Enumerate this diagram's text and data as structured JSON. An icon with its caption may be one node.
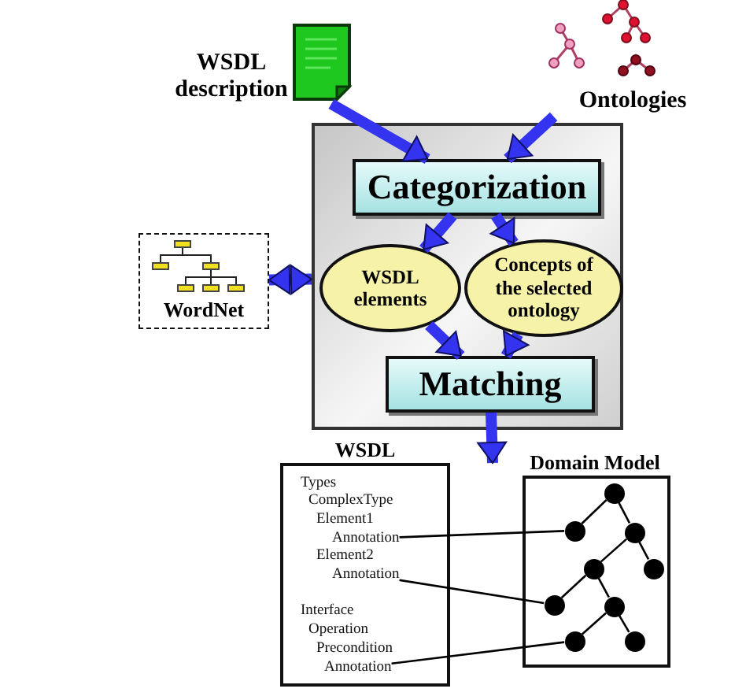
{
  "diagram": {
    "nodes": [
      {
        "text": [
          "WSDL description"
        ]
      },
      {
        "text": [
          "Ontologies"
        ]
      },
      {
        "text": [],
        "shape": "box"
      },
      {
        "text": [
          "Categorization"
        ],
        "in": 2
      },
      {
        "text": [
          "WSDL elements"
        ],
        "in": 2
      },
      {
        "text": [
          "Concepts of the selected ontology"
        ],
        "in": 2
      },
      {
        "text": [
          "Matching"
        ],
        "in": 2
      },
      {
        "text": [
          "WordNet"
        ]
      },
      {
        "text": [
          "WSDL"
        ]
      },
      {
        "text": [
          "Types"
        ],
        "in": 8
      },
      {
        "text": [
          "ComplexType"
        ],
        "in": 8
      },
      {
        "text": [
          "Element1"
        ],
        "in": 8
      },
      {
        "text": [
          "Annotation"
        ],
        "in": 8
      },
      {
        "text": [
          "Element2"
        ],
        "in": 8
      },
      {
        "text": [
          "Annotation"
        ],
        "in": 8
      },
      {
        "text": [
          "Interface"
        ],
        "in": 8
      },
      {
        "text": [
          "Operation"
        ],
        "in": 8
      },
      {
        "text": [
          "Precondition"
        ],
        "in": 8
      },
      {
        "text": [
          "Annotation"
        ],
        "in": 8
      },
      {
        "text": [
          "Domain Model"
        ]
      },
      {
        "text": [],
        "shape": "circle",
        "in": 19
      },
      {
        "text": [],
        "shape": "circle",
        "in": 19
      },
      {
        "text": [],
        "shape": "circle",
        "in": 19
      },
      {
        "text": [],
        "shape": "circle",
        "in": 19
      },
      {
        "text": [],
        "shape": "circle",
        "in": 19
      },
      {
        "text": [],
        "shape": "circle",
        "in": 19
      },
      {
        "text": [],
        "shape": "circle",
        "in": 19
      },
      {
        "text": [],
        "shape": "circle",
        "in": 19
      },
      {
        "text": [],
        "shape": "circle",
        "in": 19
      }
    ],
    "edges": [
      {
        "from": 0,
        "to": 3,
        "arrow": "to",
        "style": "thick",
        "color": "#3434f0"
      },
      {
        "from": 1,
        "to": 3,
        "arrow": "to",
        "style": "thick",
        "color": "#3434f0"
      },
      {
        "from": 3,
        "to": 4,
        "arrow": "to",
        "style": "thick",
        "color": "#3434f0"
      },
      {
        "from": 3,
        "to": 5,
        "arrow": "to",
        "style": "thick",
        "color": "#3434f0"
      },
      {
        "from": 4,
        "to": 6,
        "arrow": "to",
        "style": "thick",
        "color": "#3434f0"
      },
      {
        "from": 5,
        "to": 6,
        "arrow": "to",
        "style": "thick",
        "color": "#3434f0"
      },
      {
        "from": 7,
        "to": 2,
        "arrow": "both",
        "style": "thick",
        "color": "#3434f0"
      },
      {
        "from": 6,
        "to": null,
        "arrow": "to",
        "style": "thick",
        "color": "#3434f0"
      },
      {
        "from": 12,
        "to": 21,
        "arrow": "none"
      },
      {
        "from": 14,
        "to": 25,
        "arrow": "none"
      },
      {
        "from": 18,
        "to": 27,
        "arrow": "none"
      },
      {
        "from": 20,
        "to": 21,
        "arrow": "none"
      },
      {
        "from": 20,
        "to": 22,
        "arrow": "none"
      },
      {
        "from": 22,
        "to": 23,
        "arrow": "none"
      },
      {
        "from": 22,
        "to": 24,
        "arrow": "none"
      },
      {
        "from": 23,
        "to": 25,
        "arrow": "none"
      },
      {
        "from": 23,
        "to": 26,
        "arrow": "none"
      },
      {
        "from": 26,
        "to": 27,
        "arrow": "none"
      },
      {
        "from": 26,
        "to": 28,
        "arrow": "none"
      }
    ]
  }
}
